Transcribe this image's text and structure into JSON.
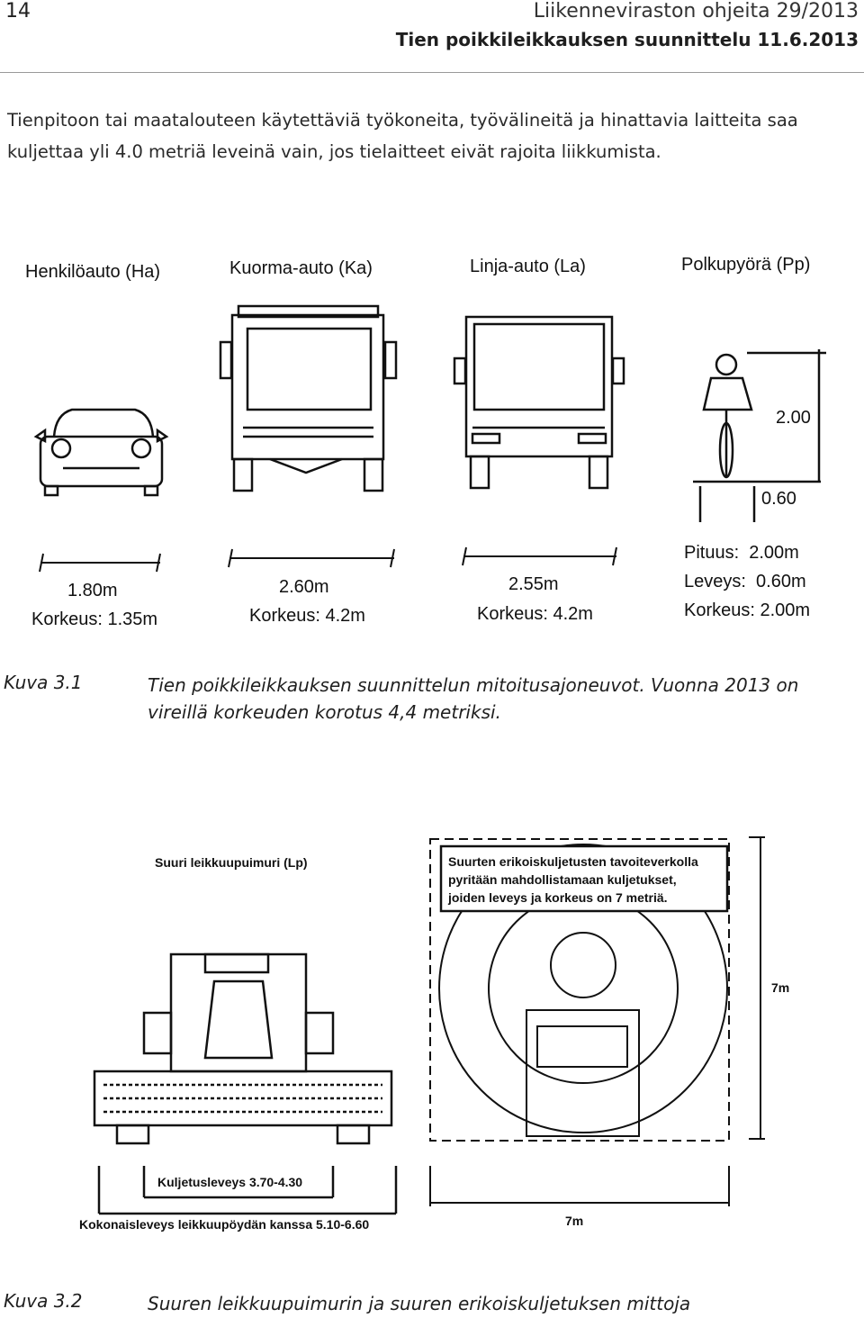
{
  "header": {
    "page_number": "14",
    "series": "Liikenneviraston ohjeita 29/2013",
    "doc_title": "Tien poikkileikkauksen suunnittelu 11.6.2013"
  },
  "body_text": "Tienpitoon tai maatalouteen käytettäviä työkoneita, työvälineitä ja hinattavia laitteita saa kuljettaa yli 4.0 metriä leveinä vain, jos tielaitteet eivät rajoita liikkumista.",
  "figure1": {
    "vehicles": [
      {
        "name": "Henkilöauto (Ha)",
        "width": "1.80m",
        "height": "Korkeus: 1.35m"
      },
      {
        "name": "Kuorma-auto (Ka)",
        "width": "2.60m",
        "height": "Korkeus: 4.2m"
      },
      {
        "name": "Linja-auto (La)",
        "width": "2.55m",
        "height": "Korkeus: 4.2m"
      },
      {
        "name": "Polkupyörä (Pp)",
        "dim_height": "2.00",
        "dim_width": "0.60",
        "length": "Pituus:  2.00m",
        "width": "Leveys:  0.60m",
        "height": "Korkeus: 2.00m"
      }
    ],
    "caption_label": "Kuva 3.1",
    "caption_text": "Tien poikkileikkauksen suunnittelun mitoitusajoneuvot. Vuonna 2013 on vireillä korkeuden korotus 4,4 metriksi."
  },
  "figure2": {
    "harvester_title": "Suuri leikkuupuimuri (Lp)",
    "transport_note": "Suurten erikoiskuljetusten tavoiteverkolla pyritään mahdollistamaan kuljetukset, joiden leveys ja korkeus on 7 metriä.",
    "transport_note_lines": [
      "Suurten erikoiskuljetusten tavoiteverkolla",
      "pyritään mahdollistamaan kuljetukset,",
      "joiden leveys ja korkeus on 7 metriä."
    ],
    "height_7m": "7m",
    "width_7m": "7m",
    "transport_width": "Kuljetusleveys 3.70-4.30",
    "total_width": "Kokonaisleveys leikkuupöydän kanssa 5.10-6.60",
    "caption_label": "Kuva 3.2",
    "caption_text": "Suuren leikkuupuimurin ja suuren erikoiskuljetuksen mittoja"
  }
}
